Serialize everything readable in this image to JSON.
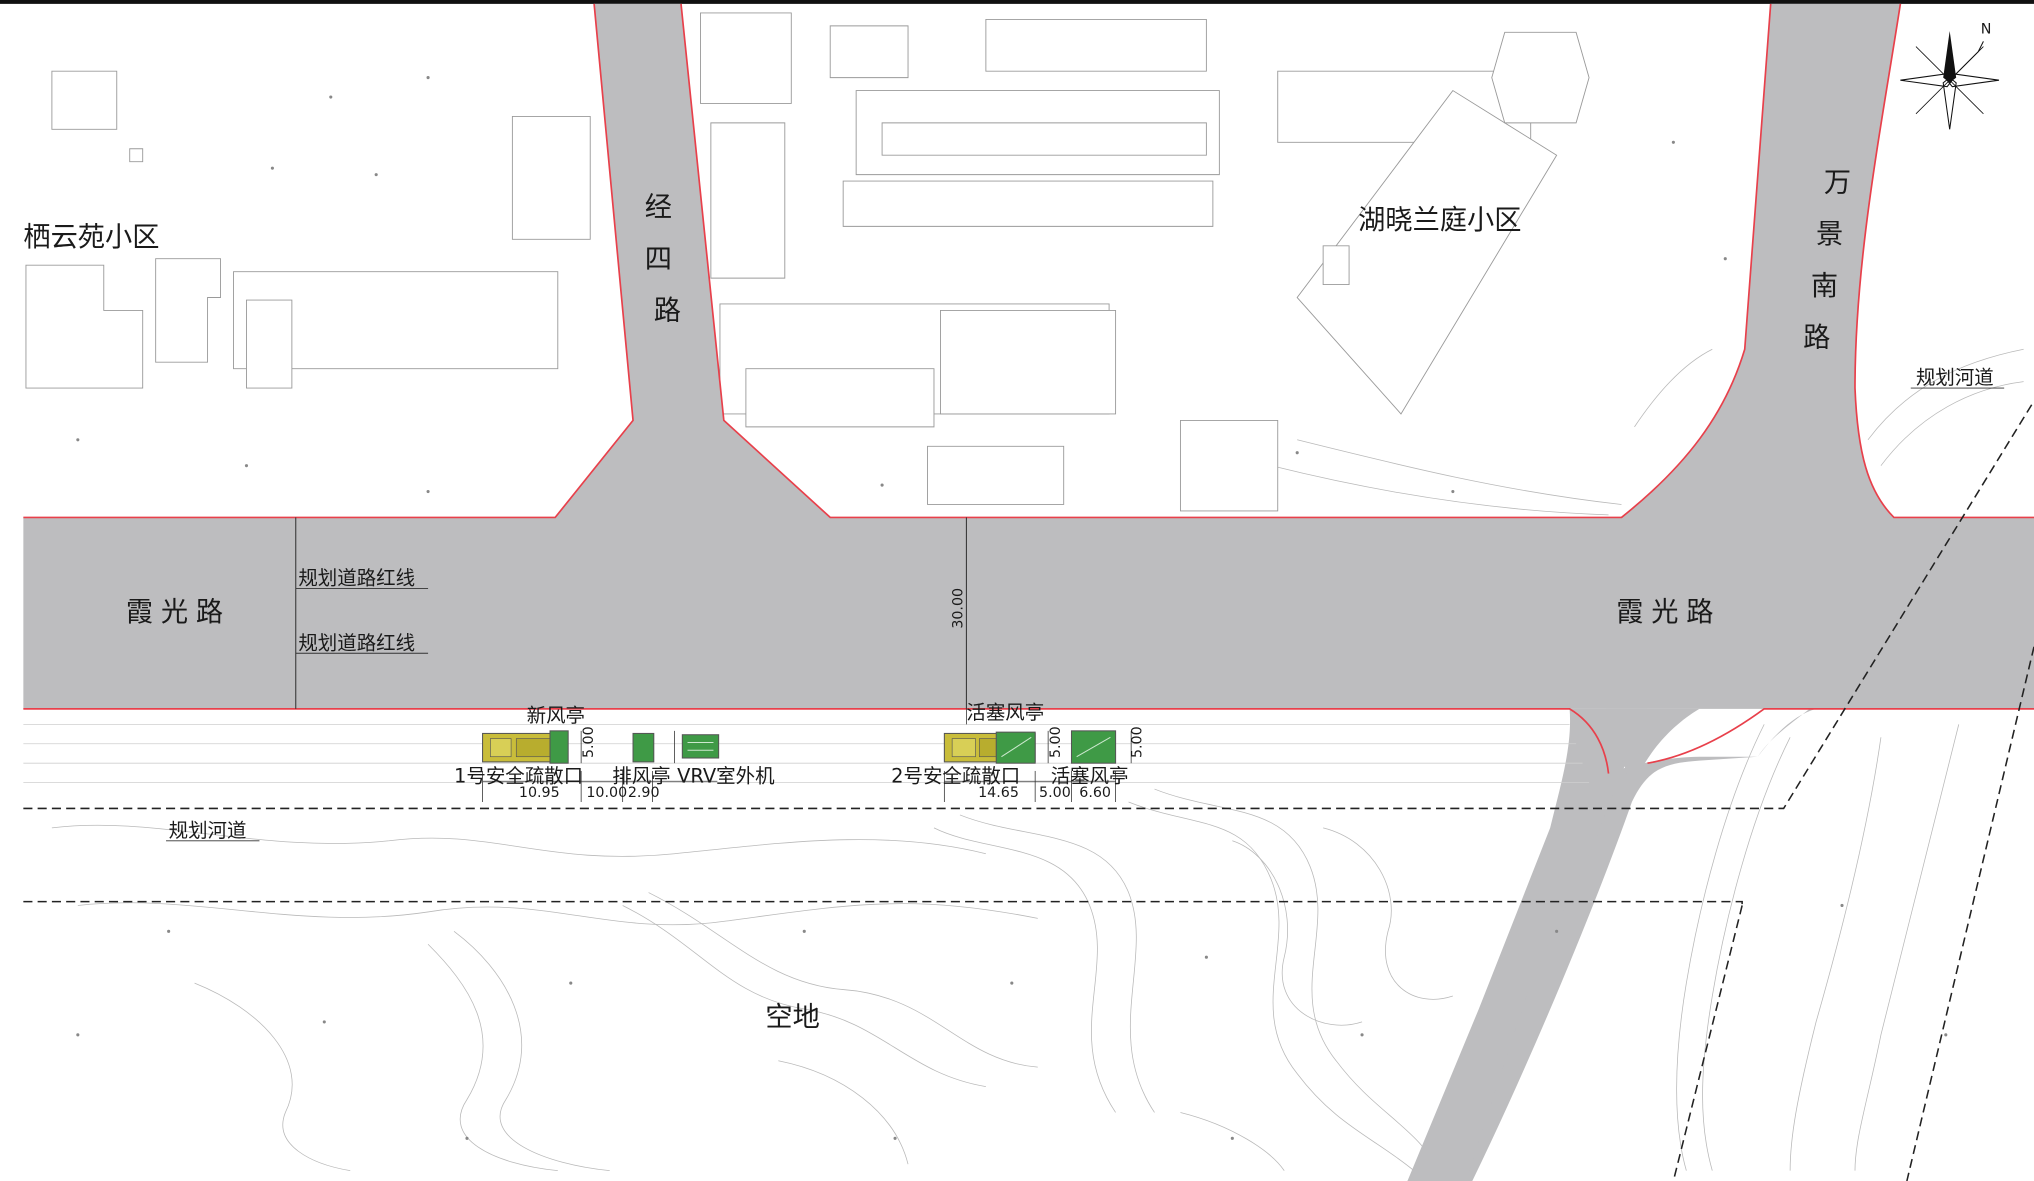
{
  "roads": {
    "xiaguang_west": "霞光路",
    "xiaguang_east": "霞光路",
    "jingsi": [
      "经",
      "四",
      "路"
    ],
    "wanjing_south": [
      "万",
      "景",
      "南",
      "路"
    ]
  },
  "areas": {
    "qiyunyuan": "栖云苑小区",
    "huxiao": "湖晓兰庭小区",
    "open_land": "空地"
  },
  "annotations": {
    "red_line_1": "规划道路红线",
    "red_line_2": "规划道路红线",
    "river_west": "规划河道",
    "river_east": "规划河道",
    "road_width": "30.00"
  },
  "facilities": {
    "fresh_air_kiosk": "新风亭",
    "piston_kiosk_top": "活塞风亭",
    "exit1": "1号安全疏散口",
    "exhaust_kiosk": "排风亭",
    "vrv": "VRV室外机",
    "exit2": "2号安全疏散口",
    "piston_kiosk_bottom": "活塞风亭"
  },
  "dimensions": {
    "d1": "10.95",
    "d2": "10.00",
    "d3": "2.90",
    "d4": "14.65",
    "d5": "5.00",
    "d6": "6.60",
    "h1": "5.00",
    "h2": "5.00",
    "h3": "5.00"
  },
  "colors": {
    "facility_yellow": "#c9bd3a",
    "facility_green": "#3f9a46",
    "road_gray": "#bdbdbf",
    "red_line": "#e8404b"
  },
  "icons": {
    "compass": "north-arrow-icon"
  }
}
